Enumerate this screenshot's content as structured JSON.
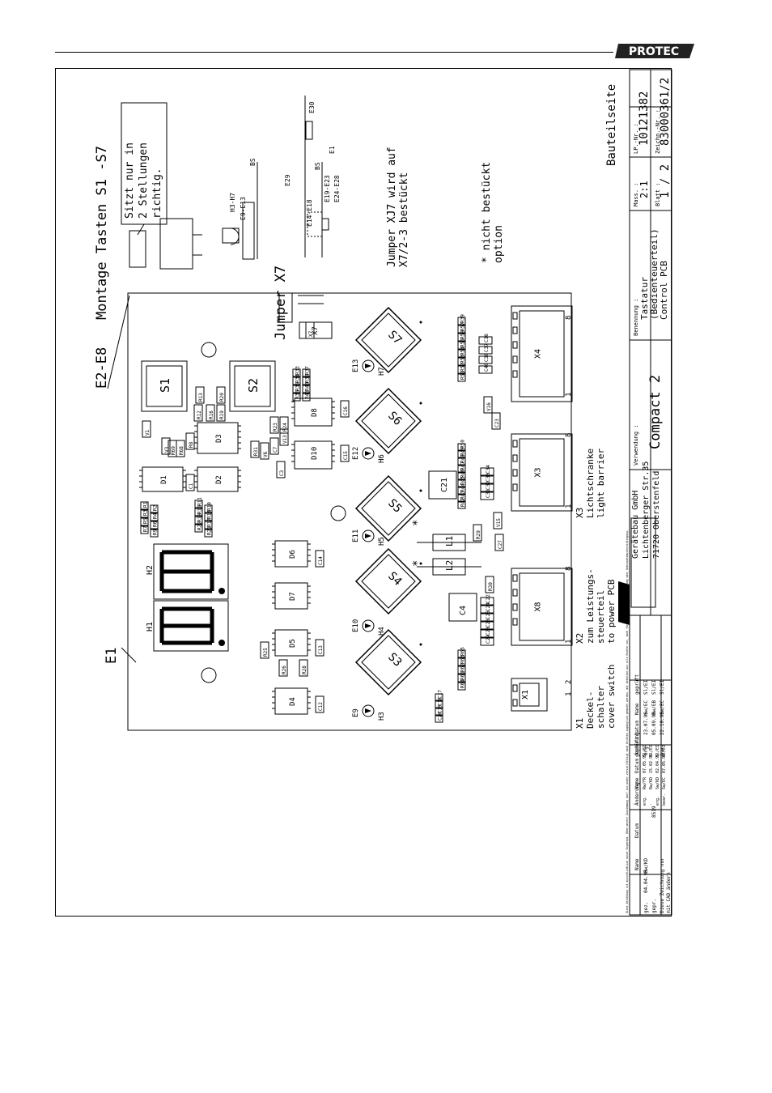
{
  "brand": "PROTEC",
  "header": {
    "brand": "PROTEC"
  },
  "drawing": {
    "e1": "E1",
    "e2_e8": "E2-E8",
    "montage": "Montage Tasten S1 -S7",
    "note_box": [
      "Sitzt nur in",
      "2 Stellungen",
      "richtig."
    ],
    "jumper_x7": "Jumper X7",
    "jumper_note": [
      "Jumper XJ7 wird auf",
      "X7/2-3 bestückt"
    ],
    "option_note": [
      "* nicht bestückt",
      "option"
    ],
    "bauteilseite": "Bauteilseite",
    "section_labels": {
      "h3_h7": "H3-H7",
      "e9_e13": "E9-E13",
      "bs1": "BS",
      "e29": "E29",
      "e14_e18": "E14-E18",
      "bs2": "BS",
      "e19_e23": "E19-E23",
      "e24_e28": "E24-E28",
      "e30": "E30",
      "e1b": "E1"
    },
    "switches": [
      "S1",
      "S2",
      "S3",
      "S4",
      "S5",
      "S6",
      "S7"
    ],
    "leds": [
      "H3",
      "H4",
      "H5",
      "H6",
      "H7"
    ],
    "led_e": [
      "E9",
      "E10",
      "E11",
      "E12",
      "E13"
    ],
    "displays": [
      "H1",
      "H2"
    ],
    "ics": [
      "D1",
      "D2",
      "D3",
      "D4",
      "D5",
      "D6",
      "D7",
      "D8",
      "D10"
    ],
    "connectors": [
      "X1",
      "X8",
      "X3",
      "X4"
    ],
    "connector_pins": [
      "1",
      "2",
      "1",
      "8",
      "1",
      "8",
      "1",
      "8"
    ],
    "inductors": [
      "L1",
      "L2"
    ],
    "small_parts": [
      "V1",
      "V3",
      "V6",
      "V13",
      "V15",
      "V16",
      "C1",
      "C3",
      "C7",
      "C12",
      "C13",
      "C14",
      "C15",
      "C16",
      "C23",
      "C27",
      "R8",
      "R12",
      "R13",
      "R16",
      "R19",
      "R20",
      "R23",
      "R24",
      "R25",
      "R26",
      "R28",
      "R29",
      "R30",
      "R31",
      "R69",
      "R68",
      "X7"
    ],
    "resistor_grid": [
      "R1",
      "R3",
      "R5",
      "R7",
      "R2",
      "R4",
      "R6",
      "R9",
      "R11",
      "R15",
      "R18",
      "R22",
      "R10",
      "R14",
      "R17",
      "R21"
    ],
    "resistor_col": [
      "R33",
      "R34",
      "R35",
      "R36",
      "R37",
      "R38",
      "R40",
      "R41"
    ],
    "right_col": [
      "R39",
      "R57",
      "R58",
      "R55",
      "R54",
      "R53",
      "R52",
      "R51",
      "C36",
      "C37",
      "C38",
      "C40",
      "R50",
      "R49",
      "R48",
      "R47",
      "R46",
      "R45",
      "R44",
      "R43",
      "R42",
      "C34",
      "C33",
      "C32",
      "C31",
      "C21",
      "C4",
      "C22",
      "C24",
      "C25",
      "C26",
      "C28",
      "C29",
      "R65",
      "R63",
      "R62",
      "R61",
      "R64",
      "C17",
      "C18",
      "C19",
      "C20"
    ],
    "notes": {
      "x1": [
        "X1",
        "Deckel-",
        "schalter",
        "cover switch"
      ],
      "x2": [
        "X2",
        "zum Leistungs-",
        "steuerteil",
        "to power PCB"
      ],
      "x3": [
        "X3",
        "Lichtschranke",
        "light barrier"
      ]
    }
  },
  "title_block": {
    "company": [
      "Gerätebau GmbH",
      "Lichtenberger Str.35",
      "71720 Oberstenfeld"
    ],
    "verwendung_label": "Verwendung :",
    "verwendung": "Compact 2",
    "benennung_label": "Benennung :",
    "benennung": [
      "Tastatur",
      "(Bedienteuerteil)",
      "Control PCB"
    ],
    "mass_label": "Mass. :",
    "mass": "2:1",
    "blatt_label": "Blatt :",
    "blatt": "1 / 2",
    "lp_label": "LP.-Nr. :",
    "lp": "10121382",
    "zeichn_label": "Zeichn.-Nr. :",
    "zeichn": "83000361/2",
    "legal": "Diese Zeichnung ist ausschließlich unser Eigentum. Ohne unsere Zustimmung darf sie weder vervielfältigt noch Dritten zugänglich gemacht werden. Wir behalten uns alle Rechte vor, auch für den Fall der Patenterteilung oder Gebrauchsmustereintragung.",
    "rev_headers": [
      "Änderung",
      "Datum",
      "Name",
      "geprüft"
    ],
    "rev_rows": [
      [
        "erg.",
        "23.07.96",
        "Sw/EC",
        "Sl/EI"
      ],
      [
        "",
        "05.09.96",
        "Rw/EB",
        "Sl/EI"
      ],
      [
        "bar.",
        "22.10.96",
        "Sw/EC",
        "Sl/EI"
      ]
    ],
    "hist_headers": [
      "Änderung",
      "Name",
      "Datum",
      "geprüft"
    ],
    "hist_rows": [
      [
        "erg.",
        "Rw/FR",
        "07.05.95",
        "Sl/EI"
      ],
      [
        "-",
        "Rw/KD",
        "15.02.96",
        "Sl/EI"
      ],
      [
        "erg.",
        "Sw/KD",
        "02.04.96",
        "Sl/EI"
      ],
      [
        "bear.",
        "Sw/EC",
        "07.05.96",
        "Sl/EI"
      ]
    ],
    "hist2_headers": [
      "Name",
      "Datum"
    ],
    "sign_rows": [
      [
        "gez.",
        "04.04.95",
        "Rw/KD"
      ],
      [
        "gepr.",
        "",
        ""
      ]
    ],
    "cad_note": [
      "Diese Zeichnung nur",
      "mit CAD ändern"
    ],
    "index_label": "8519"
  }
}
